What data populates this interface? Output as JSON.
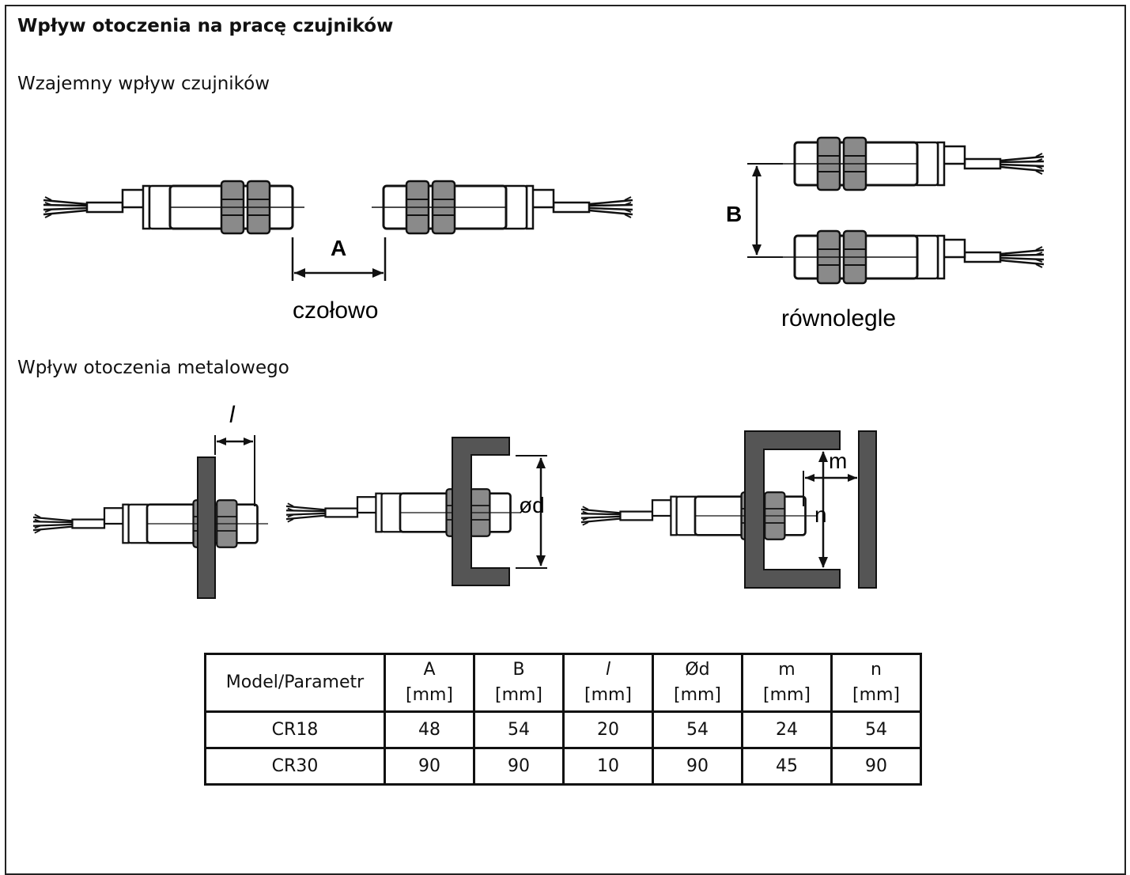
{
  "page": {
    "title": "Wpływ otoczenia na pracę czujników",
    "section1": "Wzajemny wpływ czujników",
    "section2": "Wpływ otoczenia metalowego"
  },
  "diagram_labels": {
    "face_to_face_dim": "A",
    "face_to_face_caption": "czołowo",
    "parallel_dim": "B",
    "parallel_caption": "równolegle",
    "flush_dim": "l",
    "diameter_dim": "ød",
    "side_dim_m": "m",
    "side_dim_n": "n"
  },
  "table": {
    "header_first": "Model/Parametr",
    "columns": [
      {
        "name": "A",
        "unit": "[mm]",
        "italic": false
      },
      {
        "name": "B",
        "unit": "[mm]",
        "italic": false
      },
      {
        "name": "l",
        "unit": "[mm]",
        "italic": true
      },
      {
        "name": "Ød",
        "unit": "[mm]",
        "italic": false
      },
      {
        "name": "m",
        "unit": "[mm]",
        "italic": false
      },
      {
        "name": "n",
        "unit": "[mm]",
        "italic": false
      }
    ],
    "rows": [
      {
        "model": "CR18",
        "values": [
          "48",
          "54",
          "20",
          "54",
          "24",
          "54"
        ]
      },
      {
        "model": "CR30",
        "values": [
          "90",
          "90",
          "10",
          "90",
          "45",
          "90"
        ]
      }
    ]
  },
  "colors": {
    "metal_gray": "#555555",
    "line": "#111111"
  }
}
